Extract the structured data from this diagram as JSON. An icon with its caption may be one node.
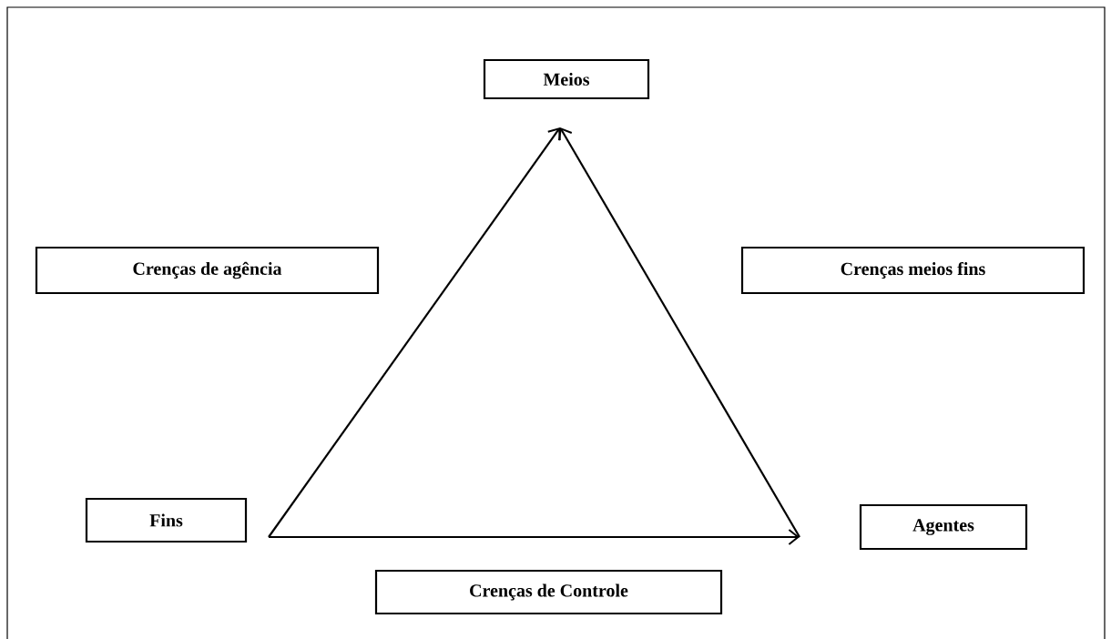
{
  "diagram": {
    "nodes": [
      {
        "text": [
          "Meios"
        ]
      },
      {
        "text": [
          "Crenças de agência"
        ]
      },
      {
        "text": [
          "Crenças meios fins"
        ]
      },
      {
        "text": [
          "Fins"
        ]
      },
      {
        "text": [
          "Agentes"
        ]
      },
      {
        "text": [
          "Crenças de Controle"
        ]
      }
    ],
    "edges": [
      {
        "from": 3,
        "to": 0,
        "arrow": "to"
      },
      {
        "from": 4,
        "to": 0,
        "arrow": "to"
      },
      {
        "from": 3,
        "to": 4,
        "arrow": "to"
      }
    ]
  }
}
